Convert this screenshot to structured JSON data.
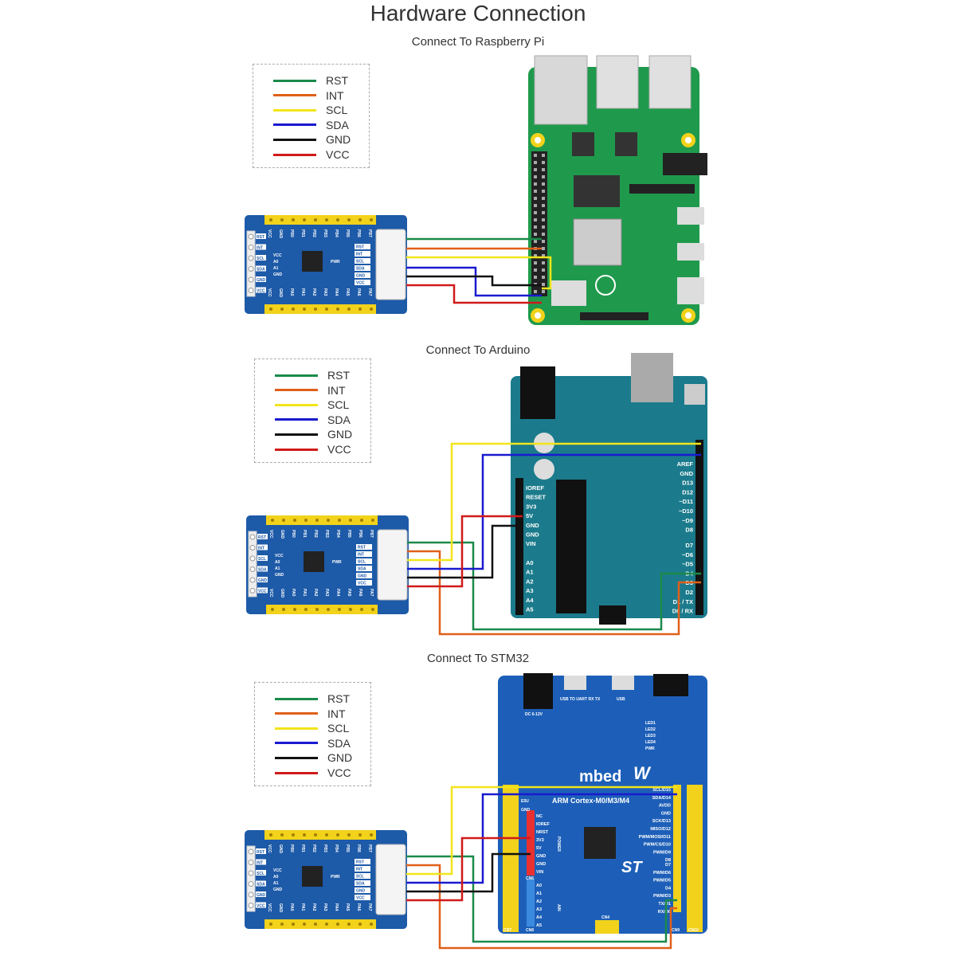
{
  "title": "Hardware Connection",
  "sections": [
    {
      "subtitle": "Connect To Raspberry Pi"
    },
    {
      "subtitle": "Connect To Arduino"
    },
    {
      "subtitle": "Connect To STM32"
    }
  ],
  "legend": [
    {
      "label": "RST",
      "color": "#1a8a4a"
    },
    {
      "label": "INT",
      "color": "#e0601a"
    },
    {
      "label": "SCL",
      "color": "#f2e51a"
    },
    {
      "label": "SDA",
      "color": "#1a1ad0"
    },
    {
      "label": "GND",
      "color": "#111111"
    },
    {
      "label": "VCC",
      "color": "#d01a1a"
    }
  ],
  "module": {
    "top_pins": [
      "VCC",
      "GND",
      "PB0",
      "PB1",
      "PB2",
      "PB3",
      "PB4",
      "PB5",
      "PB6",
      "PB7"
    ],
    "bottom_pins": [
      "VCC",
      "GND",
      "PA0",
      "PA1",
      "PA2",
      "PA3",
      "PA4",
      "PA5",
      "PA6",
      "PA7"
    ],
    "side_pins": [
      "RST",
      "INT",
      "SCL",
      "SDA",
      "GND",
      "VCC"
    ],
    "addr_labels": [
      "VCC",
      "A0",
      "A1",
      "GND"
    ],
    "pwr_label": "PWR"
  },
  "arduino": {
    "left_pins": [
      "IOREF",
      "RESET",
      "3V3",
      "5V",
      "GND",
      "GND",
      "VIN",
      "A0",
      "A1",
      "A2",
      "A3",
      "A4",
      "A5"
    ],
    "right_pins": [
      "AREF",
      "GND",
      "D13",
      "D12",
      "~D11",
      "~D10",
      "~D9",
      "D8",
      "D7",
      "~D6",
      "~D5",
      "D4",
      "~D3",
      "D2",
      "D1 / TX",
      "D0 / RX"
    ]
  },
  "stm32": {
    "logo": "mbed",
    "chip_label": "ARM Cortex-M0/M3/M4",
    "top_labels": [
      "USB TO UART RX TX",
      "USB"
    ],
    "dc_label": "DC 6-12V",
    "leds": [
      "LED1",
      "LED2",
      "LED3",
      "LED4",
      "PWR"
    ],
    "power_pins": [
      "NC",
      "IOREF",
      "NRST",
      "3V3",
      "5V",
      "GND",
      "GND",
      "VIN"
    ],
    "analog_pins": [
      "A0",
      "A1",
      "A2",
      "A3",
      "A4",
      "A5"
    ],
    "right_pins": [
      "SCL/D15",
      "SDA/D14",
      "AVDD",
      "GND",
      "SCK/D13",
      "MISO/D12",
      "PWM/MOSI/D11",
      "PWM/CS/D10",
      "PWM/D9",
      "D8",
      "D7",
      "PWM/D6",
      "PWM/D5",
      "D4",
      "PWM/D3",
      "TX/D1",
      "RX/D0"
    ],
    "power_group": "POWER",
    "ain_group": "AIN",
    "connectors": [
      "CN7",
      "CN6",
      "CN8",
      "CN4",
      "CN9",
      "CN10"
    ],
    "left_labels": [
      "E5U",
      "GND"
    ]
  },
  "colors": {
    "pi_board": "#1f9a4c",
    "arduino_board": "#1b7b8c",
    "stm32_board": "#1d5fb8",
    "module_board": "#1d5aa8",
    "header": "#f2d21a"
  }
}
